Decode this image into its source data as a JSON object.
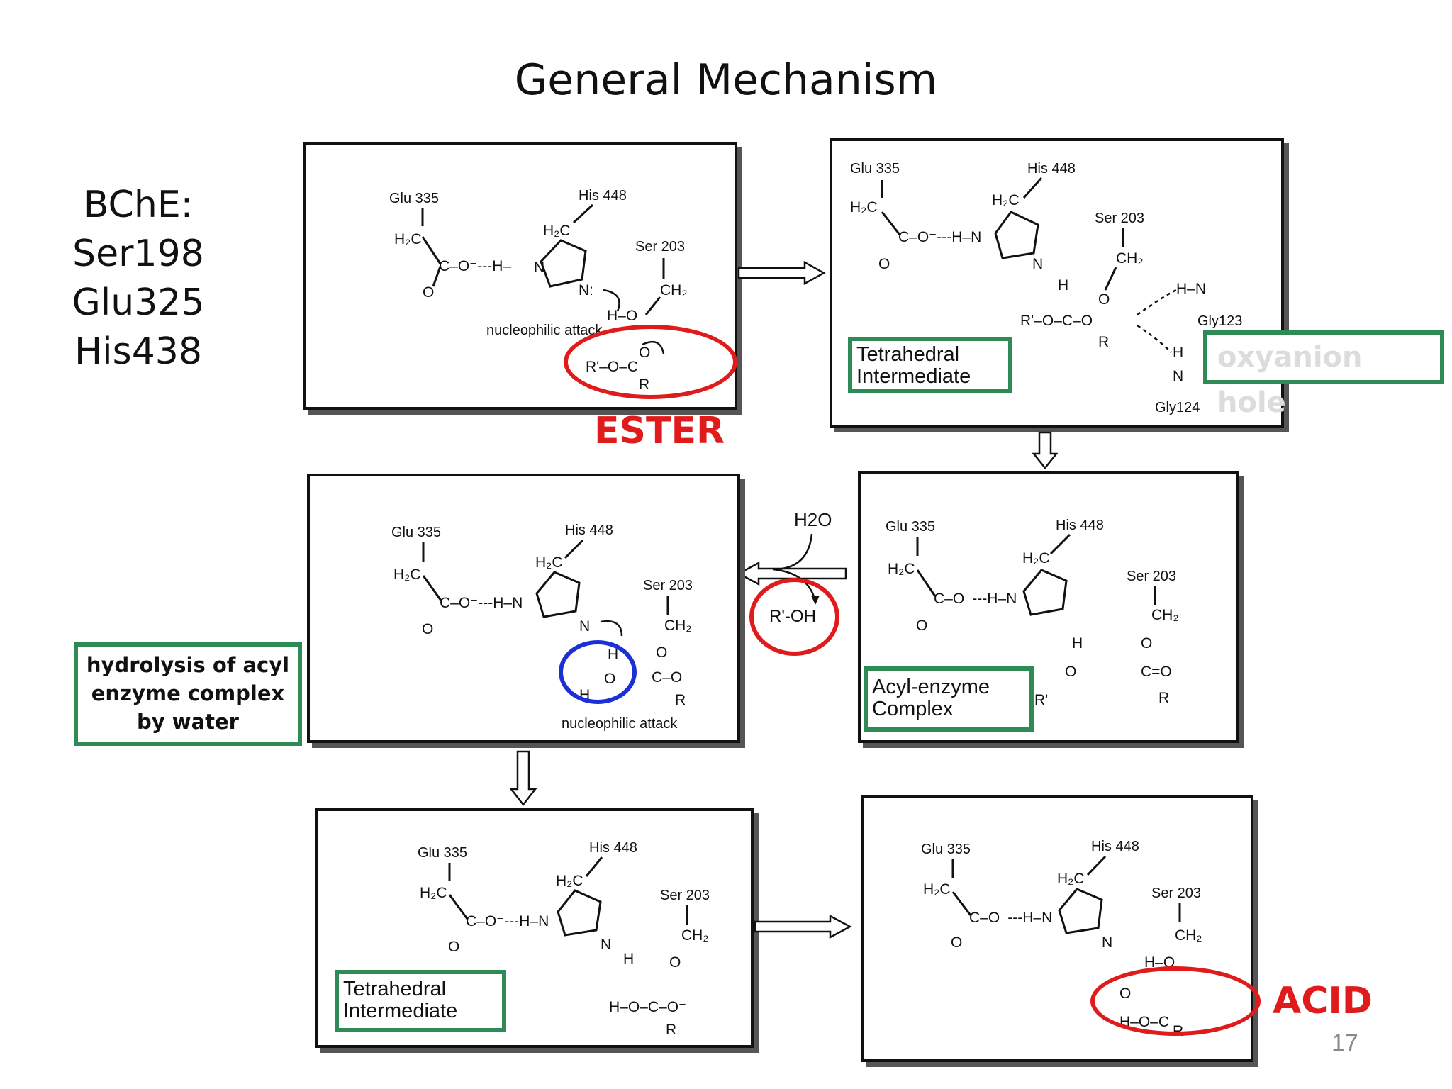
{
  "title": "General Mechanism",
  "enzyme": {
    "label": "BChE:",
    "residues": [
      "Ser198",
      "Glu325",
      "His438"
    ]
  },
  "panel_residues": {
    "glu": "Glu 335",
    "his": "His 448",
    "ser": "Ser 203",
    "gly123": "Gly123",
    "gly124": "Gly124"
  },
  "annotations": {
    "nucleophilic_attack": "nucleophilic attack",
    "ester": "ESTER",
    "acid": "ACID",
    "tetrahedral_line1": "Tetrahedral",
    "tetrahedral_line2": "Intermediate",
    "oxyanion_hole": "oxyanion hole",
    "acyl_line1": "Acyl-enzyme",
    "acyl_line2": "Complex",
    "hydrolysis_line1": "hydrolysis of acyl",
    "hydrolysis_line2": "enzyme complex",
    "hydrolysis_line3": "by water",
    "water": "H2O",
    "alcohol": "R'-OH"
  },
  "page_number": "17",
  "colors": {
    "highlight_red": "#e01b1b",
    "highlight_blue": "#1d2fd6",
    "label_green": "#2e8b57"
  }
}
